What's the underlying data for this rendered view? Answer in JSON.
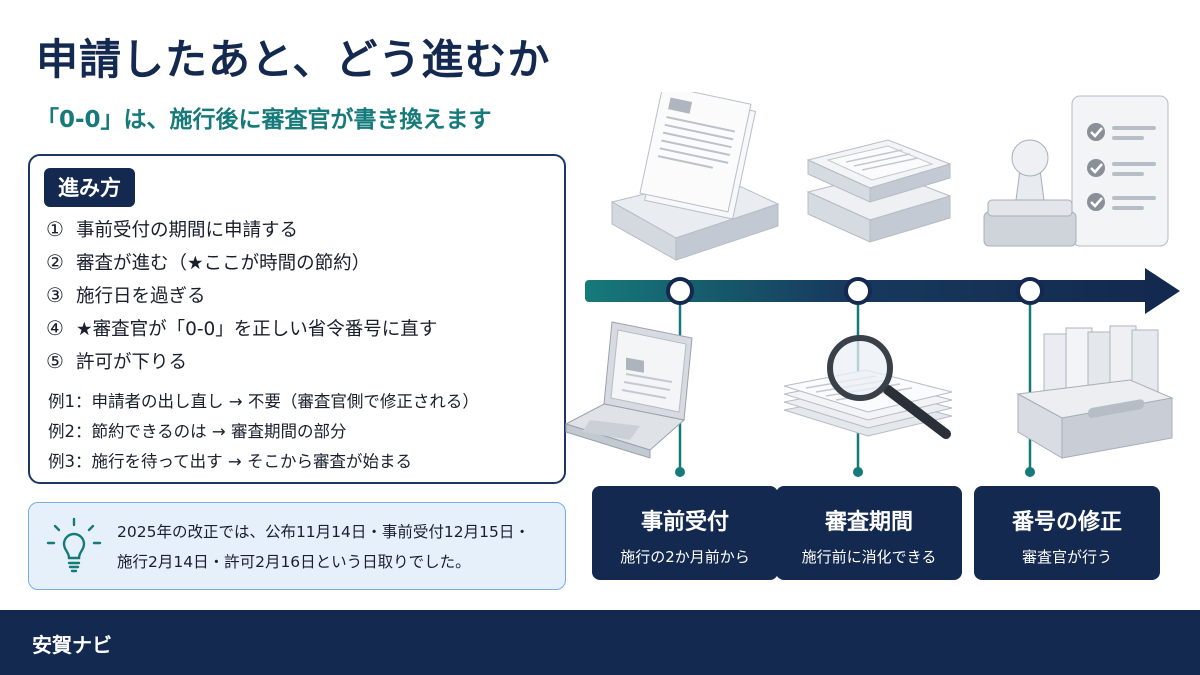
{
  "header": {
    "title": "申請したあと、どう進むか",
    "subtitle": "「0-0」は、施行後に審査官が書き換えます"
  },
  "steps_panel": {
    "badge": "進み方",
    "steps": [
      {
        "num": "①",
        "text": "事前受付の期間に申請する"
      },
      {
        "num": "②",
        "text": "審査が進む（★ここが時間の節約）"
      },
      {
        "num": "③",
        "text": "施行日を過ぎる"
      },
      {
        "num": "④",
        "text": "★審査官が「0-0」を正しい省令番号に直す"
      },
      {
        "num": "⑤",
        "text": "許可が下りる"
      }
    ],
    "examples": [
      "例1：申請者の出し直し → 不要（審査官側で修正される）",
      "例2：節約できるのは → 審査期間の部分",
      "例3：施行を待って出す → そこから審査が始まる"
    ]
  },
  "tip": {
    "icon": "lightbulb-icon",
    "line1": "2025年の改正では、公布11月14日・事前受付12月15日・",
    "line2": "施行2月14日・許可2月16日という日取りでした。"
  },
  "timeline": {
    "stages": [
      {
        "title": "事前受付",
        "subtitle": "施行の2か月前から"
      },
      {
        "title": "審査期間",
        "subtitle": "施行前に消化できる"
      },
      {
        "title": "番号の修正",
        "subtitle": "審査官が行う"
      }
    ]
  },
  "footer": {
    "brand": "安賀ナビ"
  },
  "colors": {
    "navy": "#14294f",
    "teal": "#167a7a",
    "tip_bg": "#e6f0fb"
  }
}
